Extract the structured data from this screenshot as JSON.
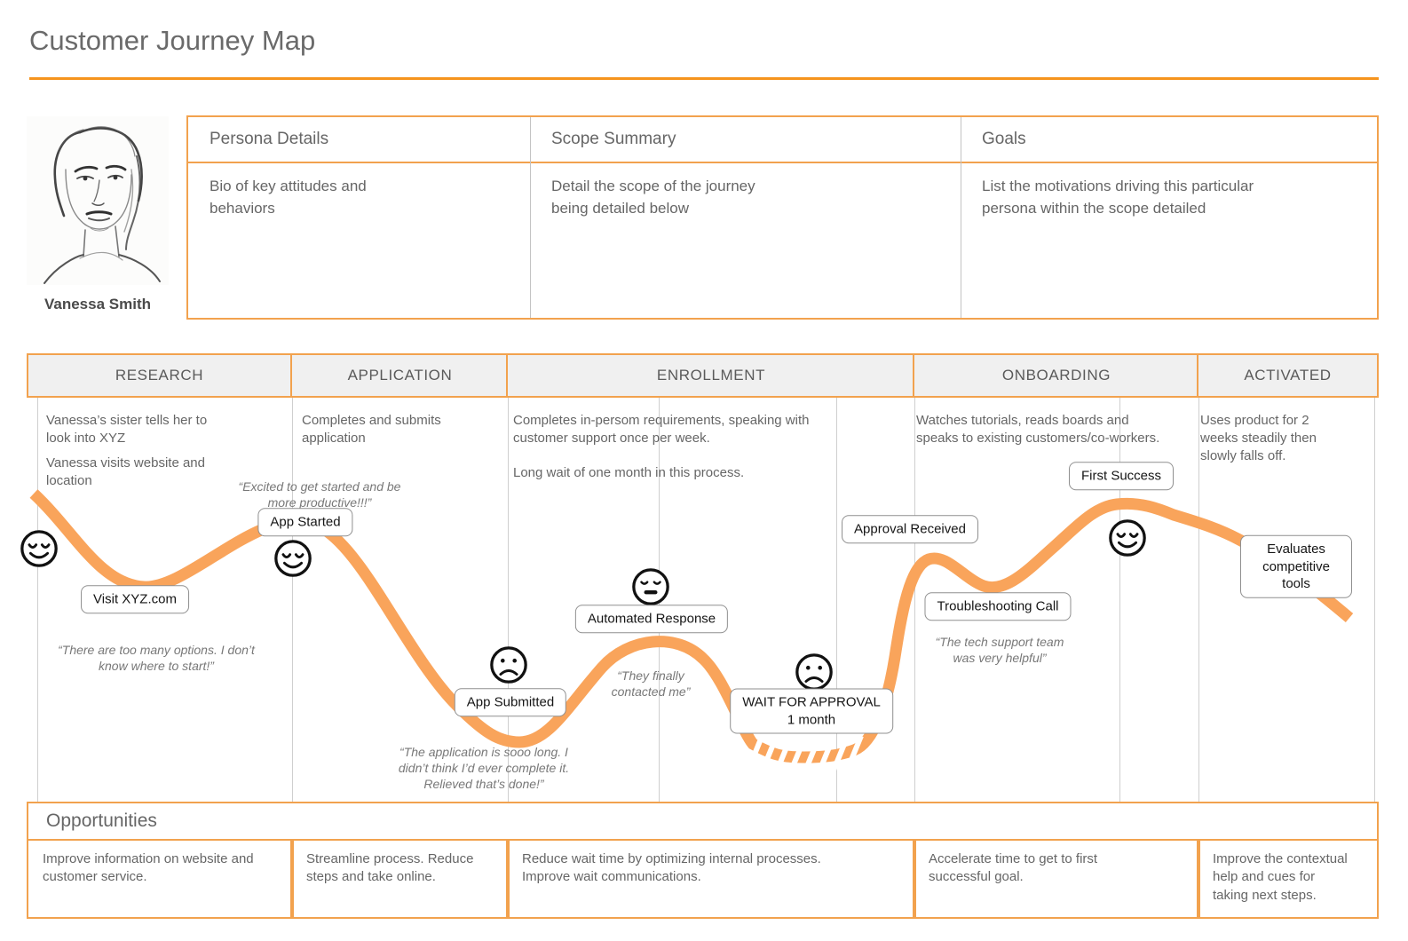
{
  "title": "Customer Journey Map",
  "persona": {
    "name": "Vanessa Smith",
    "details_header": "Persona Details",
    "details_body": "Bio of key attitudes and\nbehaviors",
    "scope_header": "Scope Summary",
    "scope_body": "Detail the scope of the journey\nbeing detailed below",
    "goals_header": "Goals",
    "goals_body": "List the motivations driving this particular\npersona within the scope detailed"
  },
  "stages": [
    {
      "label": "RESEARCH",
      "note": "Vanessa’s sister tells her to\nlook into XYZ",
      "note2": "Vanessa visits website and\nlocation",
      "opportunity": "Improve information on website and\ncustomer service."
    },
    {
      "label": "APPLICATION",
      "note": "Completes and submits\napplication",
      "opportunity": "Streamline process. Reduce\nsteps and take online."
    },
    {
      "label": "ENROLLMENT",
      "note": "Completes in-persom requirements, speaking with\ncustomer support once per week.\n\nLong wait of one month in this process.",
      "opportunity": "Reduce wait time by optimizing internal processes.\nImprove wait communications."
    },
    {
      "label": "ONBOARDING",
      "note": "Watches tutorials, reads boards and\nspeaks to existing customers/co-workers.",
      "opportunity": "Accelerate time to get to first\nsuccessful goal."
    },
    {
      "label": "ACTIVATED",
      "note": "Uses product for 2\nweeks steadily then\nslowly falls off.",
      "opportunity": "Improve the contextual\nhelp and cues for\ntaking next steps."
    }
  ],
  "opportunities_header": "Opportunities",
  "touchpoints": [
    {
      "label": "Visit XYZ.com"
    },
    {
      "label": "App Started"
    },
    {
      "label": "App Submitted"
    },
    {
      "label": "Automated Response"
    },
    {
      "label": "WAIT FOR APPROVAL\n1 month"
    },
    {
      "label": "Approval Received"
    },
    {
      "label": "Troubleshooting Call"
    },
    {
      "label": "First Success"
    },
    {
      "label": "Evaluates\ncompetitive tools"
    }
  ],
  "quotes": [
    {
      "text": "“There are too many options. I don’t\nknow where to start!”"
    },
    {
      "text": "“Excited to get started and be\nmore productive!!!”"
    },
    {
      "text": "“The application is sooo long. I\ndidn’t think I’d ever complete it.\nRelieved that’s done!”"
    },
    {
      "text": "“They finally\ncontacted me”"
    },
    {
      "text": "“The tech support team\nwas very helpful”"
    }
  ],
  "faces": [
    {
      "mood": "happy"
    },
    {
      "mood": "happy"
    },
    {
      "mood": "sad"
    },
    {
      "mood": "neutral"
    },
    {
      "mood": "sad"
    },
    {
      "mood": "happy"
    }
  ],
  "colors": {
    "accent_orange_border": "#f2a24e",
    "curve_orange": "#f9a45b",
    "title_underline_orange": "#f6941e",
    "stage_header_bg": "#f0f0f0"
  }
}
